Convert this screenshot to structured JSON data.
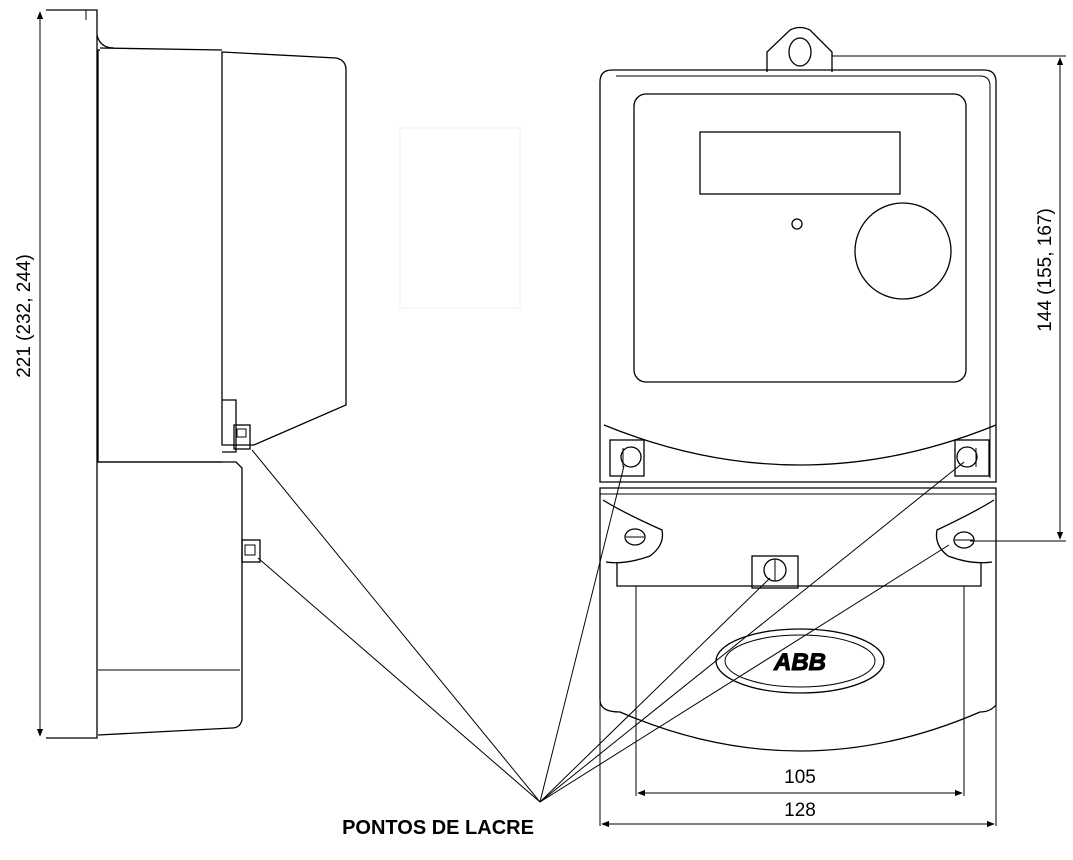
{
  "dimensions": {
    "side_height": "221 (232, 244)",
    "front_height": "144 (155, 167)",
    "inner_width": "105",
    "outer_width": "128"
  },
  "caption": "PONTOS DE LACRE",
  "logo_text": "ABB"
}
